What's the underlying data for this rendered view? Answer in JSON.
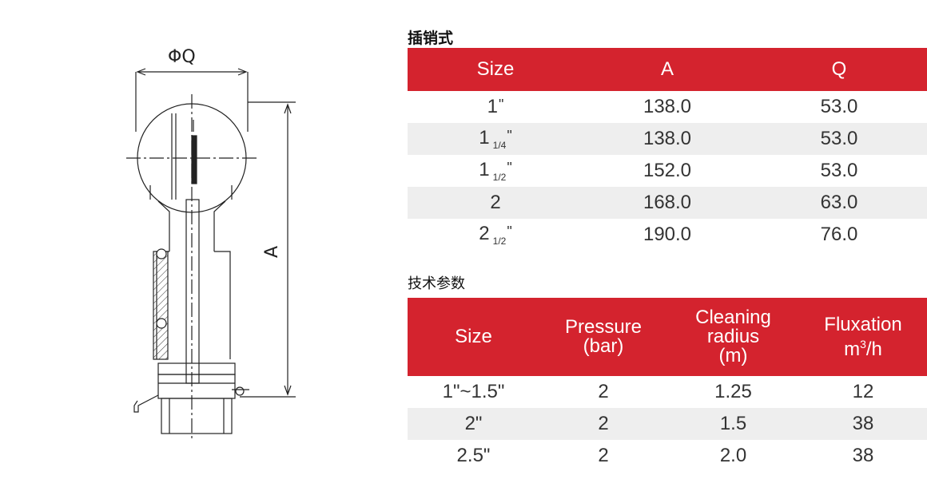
{
  "drawing": {
    "dim_q_label": "ΦQ",
    "dim_a_label": "A"
  },
  "table1": {
    "title": "插销式",
    "headers": [
      "Size",
      "A",
      "Q"
    ],
    "rows": [
      {
        "size_main": "1",
        "size_frac": "",
        "size_quote": "\"",
        "a": "138.0",
        "q": "53.0"
      },
      {
        "size_main": "1",
        "size_frac": "1/4",
        "size_quote": "\"",
        "a": "138.0",
        "q": "53.0"
      },
      {
        "size_main": "1",
        "size_frac": "1/2",
        "size_quote": "\"",
        "a": "152.0",
        "q": "53.0"
      },
      {
        "size_main": "2",
        "size_frac": "",
        "size_quote": "",
        "a": "168.0",
        "q": "63.0"
      },
      {
        "size_main": "2",
        "size_frac": "1/2",
        "size_quote": "\"",
        "a": "190.0",
        "q": "76.0"
      }
    ]
  },
  "table2": {
    "title": "技术参数",
    "headers": {
      "size": "Size",
      "pressure_l1": "Pressure",
      "pressure_l2": "(bar)",
      "cleaning_l1": "Cleaning",
      "cleaning_l2": "radius",
      "cleaning_l3": "(m)",
      "flux_l1": "Fluxation",
      "flux_m": "m",
      "flux_sup": "3",
      "flux_unit": "/h"
    },
    "rows": [
      {
        "size": "1\"~1.5\"",
        "pressure": "2",
        "radius": "1.25",
        "flux": "12"
      },
      {
        "size": "2\"",
        "pressure": "2",
        "radius": "1.5",
        "flux": "38"
      },
      {
        "size": "2.5\"",
        "pressure": "2",
        "radius": "2.0",
        "flux": "38"
      }
    ]
  },
  "colors": {
    "header_red": "#d4232e",
    "row_alt_gray": "#eeeeee"
  }
}
